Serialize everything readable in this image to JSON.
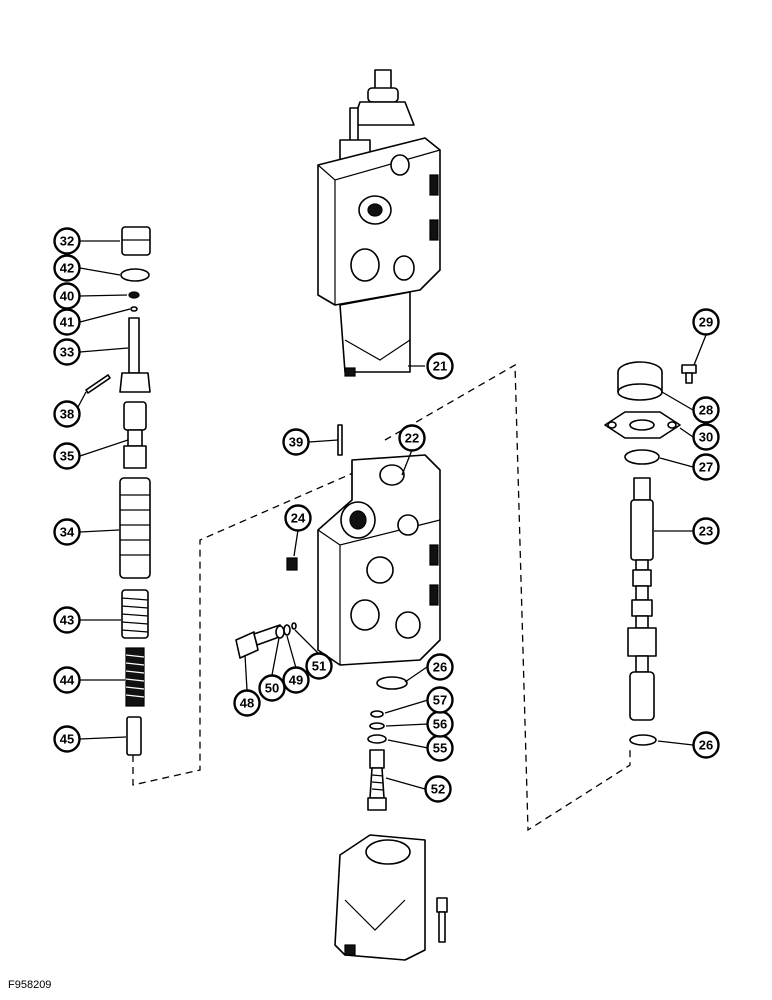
{
  "figure_id": "F958209",
  "callouts": [
    {
      "id": "c21",
      "label": "21"
    },
    {
      "id": "c22",
      "label": "22"
    },
    {
      "id": "c23",
      "label": "23"
    },
    {
      "id": "c24",
      "label": "24"
    },
    {
      "id": "c26a",
      "label": "26"
    },
    {
      "id": "c26b",
      "label": "26"
    },
    {
      "id": "c27",
      "label": "27"
    },
    {
      "id": "c28",
      "label": "28"
    },
    {
      "id": "c29",
      "label": "29"
    },
    {
      "id": "c30",
      "label": "30"
    },
    {
      "id": "c32",
      "label": "32"
    },
    {
      "id": "c33",
      "label": "33"
    },
    {
      "id": "c34",
      "label": "34"
    },
    {
      "id": "c35",
      "label": "35"
    },
    {
      "id": "c38",
      "label": "38"
    },
    {
      "id": "c39",
      "label": "39"
    },
    {
      "id": "c40",
      "label": "40"
    },
    {
      "id": "c41",
      "label": "41"
    },
    {
      "id": "c42",
      "label": "42"
    },
    {
      "id": "c43",
      "label": "43"
    },
    {
      "id": "c44",
      "label": "44"
    },
    {
      "id": "c45",
      "label": "45"
    },
    {
      "id": "c48",
      "label": "48"
    },
    {
      "id": "c49",
      "label": "49"
    },
    {
      "id": "c50",
      "label": "50"
    },
    {
      "id": "c51",
      "label": "51"
    },
    {
      "id": "c52",
      "label": "52"
    },
    {
      "id": "c55",
      "label": "55"
    },
    {
      "id": "c56",
      "label": "56"
    },
    {
      "id": "c57",
      "label": "57"
    }
  ]
}
